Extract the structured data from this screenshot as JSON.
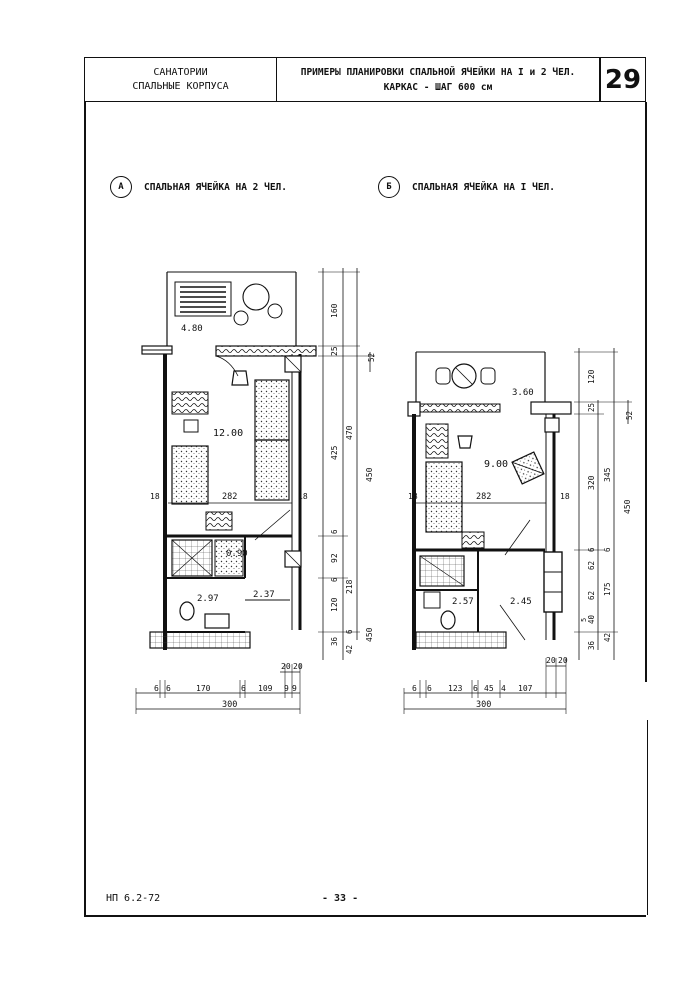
{
  "header": {
    "left_line1": "САНАТОРИИ",
    "left_line2": "СПАЛЬНЫЕ КОРПУСА",
    "title_line1": "ПРИМЕРЫ ПЛАНИРОВКИ СПАЛЬНОЙ ЯЧЕЙКИ НА I и 2 ЧЕЛ.",
    "title_line2": "КАРКАС - ШАГ 600 см",
    "sheet_number": "29"
  },
  "sections": [
    {
      "mark": "А",
      "title": "СПАЛЬНАЯ ЯЧЕЙКА НА 2 ЧЕЛ."
    },
    {
      "mark": "Б",
      "title": "СПАЛЬНАЯ ЯЧЕЙКА НА I ЧЕЛ."
    }
  ],
  "plan_a": {
    "areas": {
      "balcony": "4.80",
      "room": "12.00",
      "closet": "0.90",
      "bath": "2.97",
      "hall": "2.37"
    },
    "dims": {
      "w_left": "18",
      "w_mid": "282",
      "w_right": "18",
      "v1": "160",
      "v2": "25",
      "v3": "52",
      "v4": "425",
      "v5": "470",
      "v6": "450",
      "v7": "6",
      "v8": "6",
      "v9": "92",
      "v10": "218",
      "v11": "120",
      "v12": "36",
      "v13": "6",
      "v14": "42",
      "v15": "450",
      "b1": "6",
      "b2": "6",
      "b3": "170",
      "b4": "6",
      "b5": "109",
      "b6": "9",
      "b7": "9",
      "b8": "20",
      "b9": "20",
      "b_total": "300"
    }
  },
  "plan_b": {
    "areas": {
      "balcony": "3.60",
      "room": "9.00",
      "bath": "2.57",
      "hall": "2.45"
    },
    "dims": {
      "w_left": "18",
      "w_mid": "282",
      "w_right": "18",
      "v1": "120",
      "v2": "25",
      "v3": "52",
      "v4": "320",
      "v5": "345",
      "v6": "450",
      "v7": "6",
      "v8": "6",
      "v9": "62",
      "v10": "175",
      "v11": "62",
      "v12": "40",
      "v13": "5",
      "v14": "42",
      "v15": "36",
      "b1": "6",
      "b2": "6",
      "b3": "123",
      "b4": "6",
      "b5": "45",
      "b6": "4",
      "b7": "107",
      "b8": "20",
      "b9": "20",
      "b_total": "300"
    }
  },
  "footer": {
    "code": "НП 6.2-72",
    "page": "- 33 -"
  }
}
